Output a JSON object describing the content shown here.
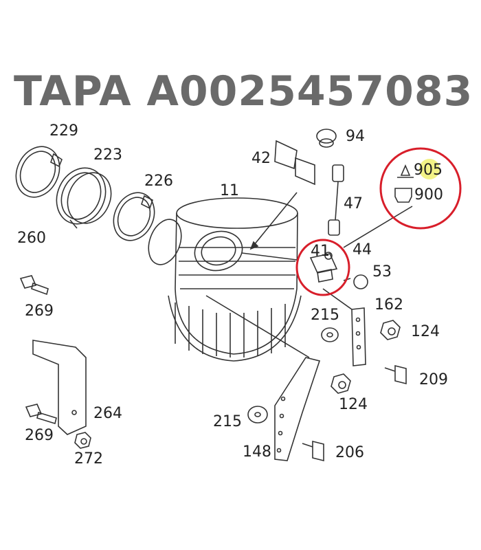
{
  "title": "TAPA A0025457083",
  "colors": {
    "highlight_circle": "#d81e2a",
    "highlight_fill": "#f2f27a",
    "line": "#333333",
    "title": "#6a6a6a"
  },
  "labels": {
    "l229": "229",
    "l223": "223",
    "l226": "226",
    "l11": "11",
    "l42": "42",
    "l94": "94",
    "l47": "47",
    "l905": "905",
    "l900": "900",
    "l260": "260",
    "l41": "41",
    "l44": "44",
    "l53": "53",
    "l269a": "269",
    "l215a": "215",
    "l162": "162",
    "l124a": "124",
    "l209": "209",
    "l124b": "124",
    "l264": "264",
    "l269b": "269",
    "l272": "272",
    "l215b": "215",
    "l148": "148",
    "l206": "206"
  }
}
